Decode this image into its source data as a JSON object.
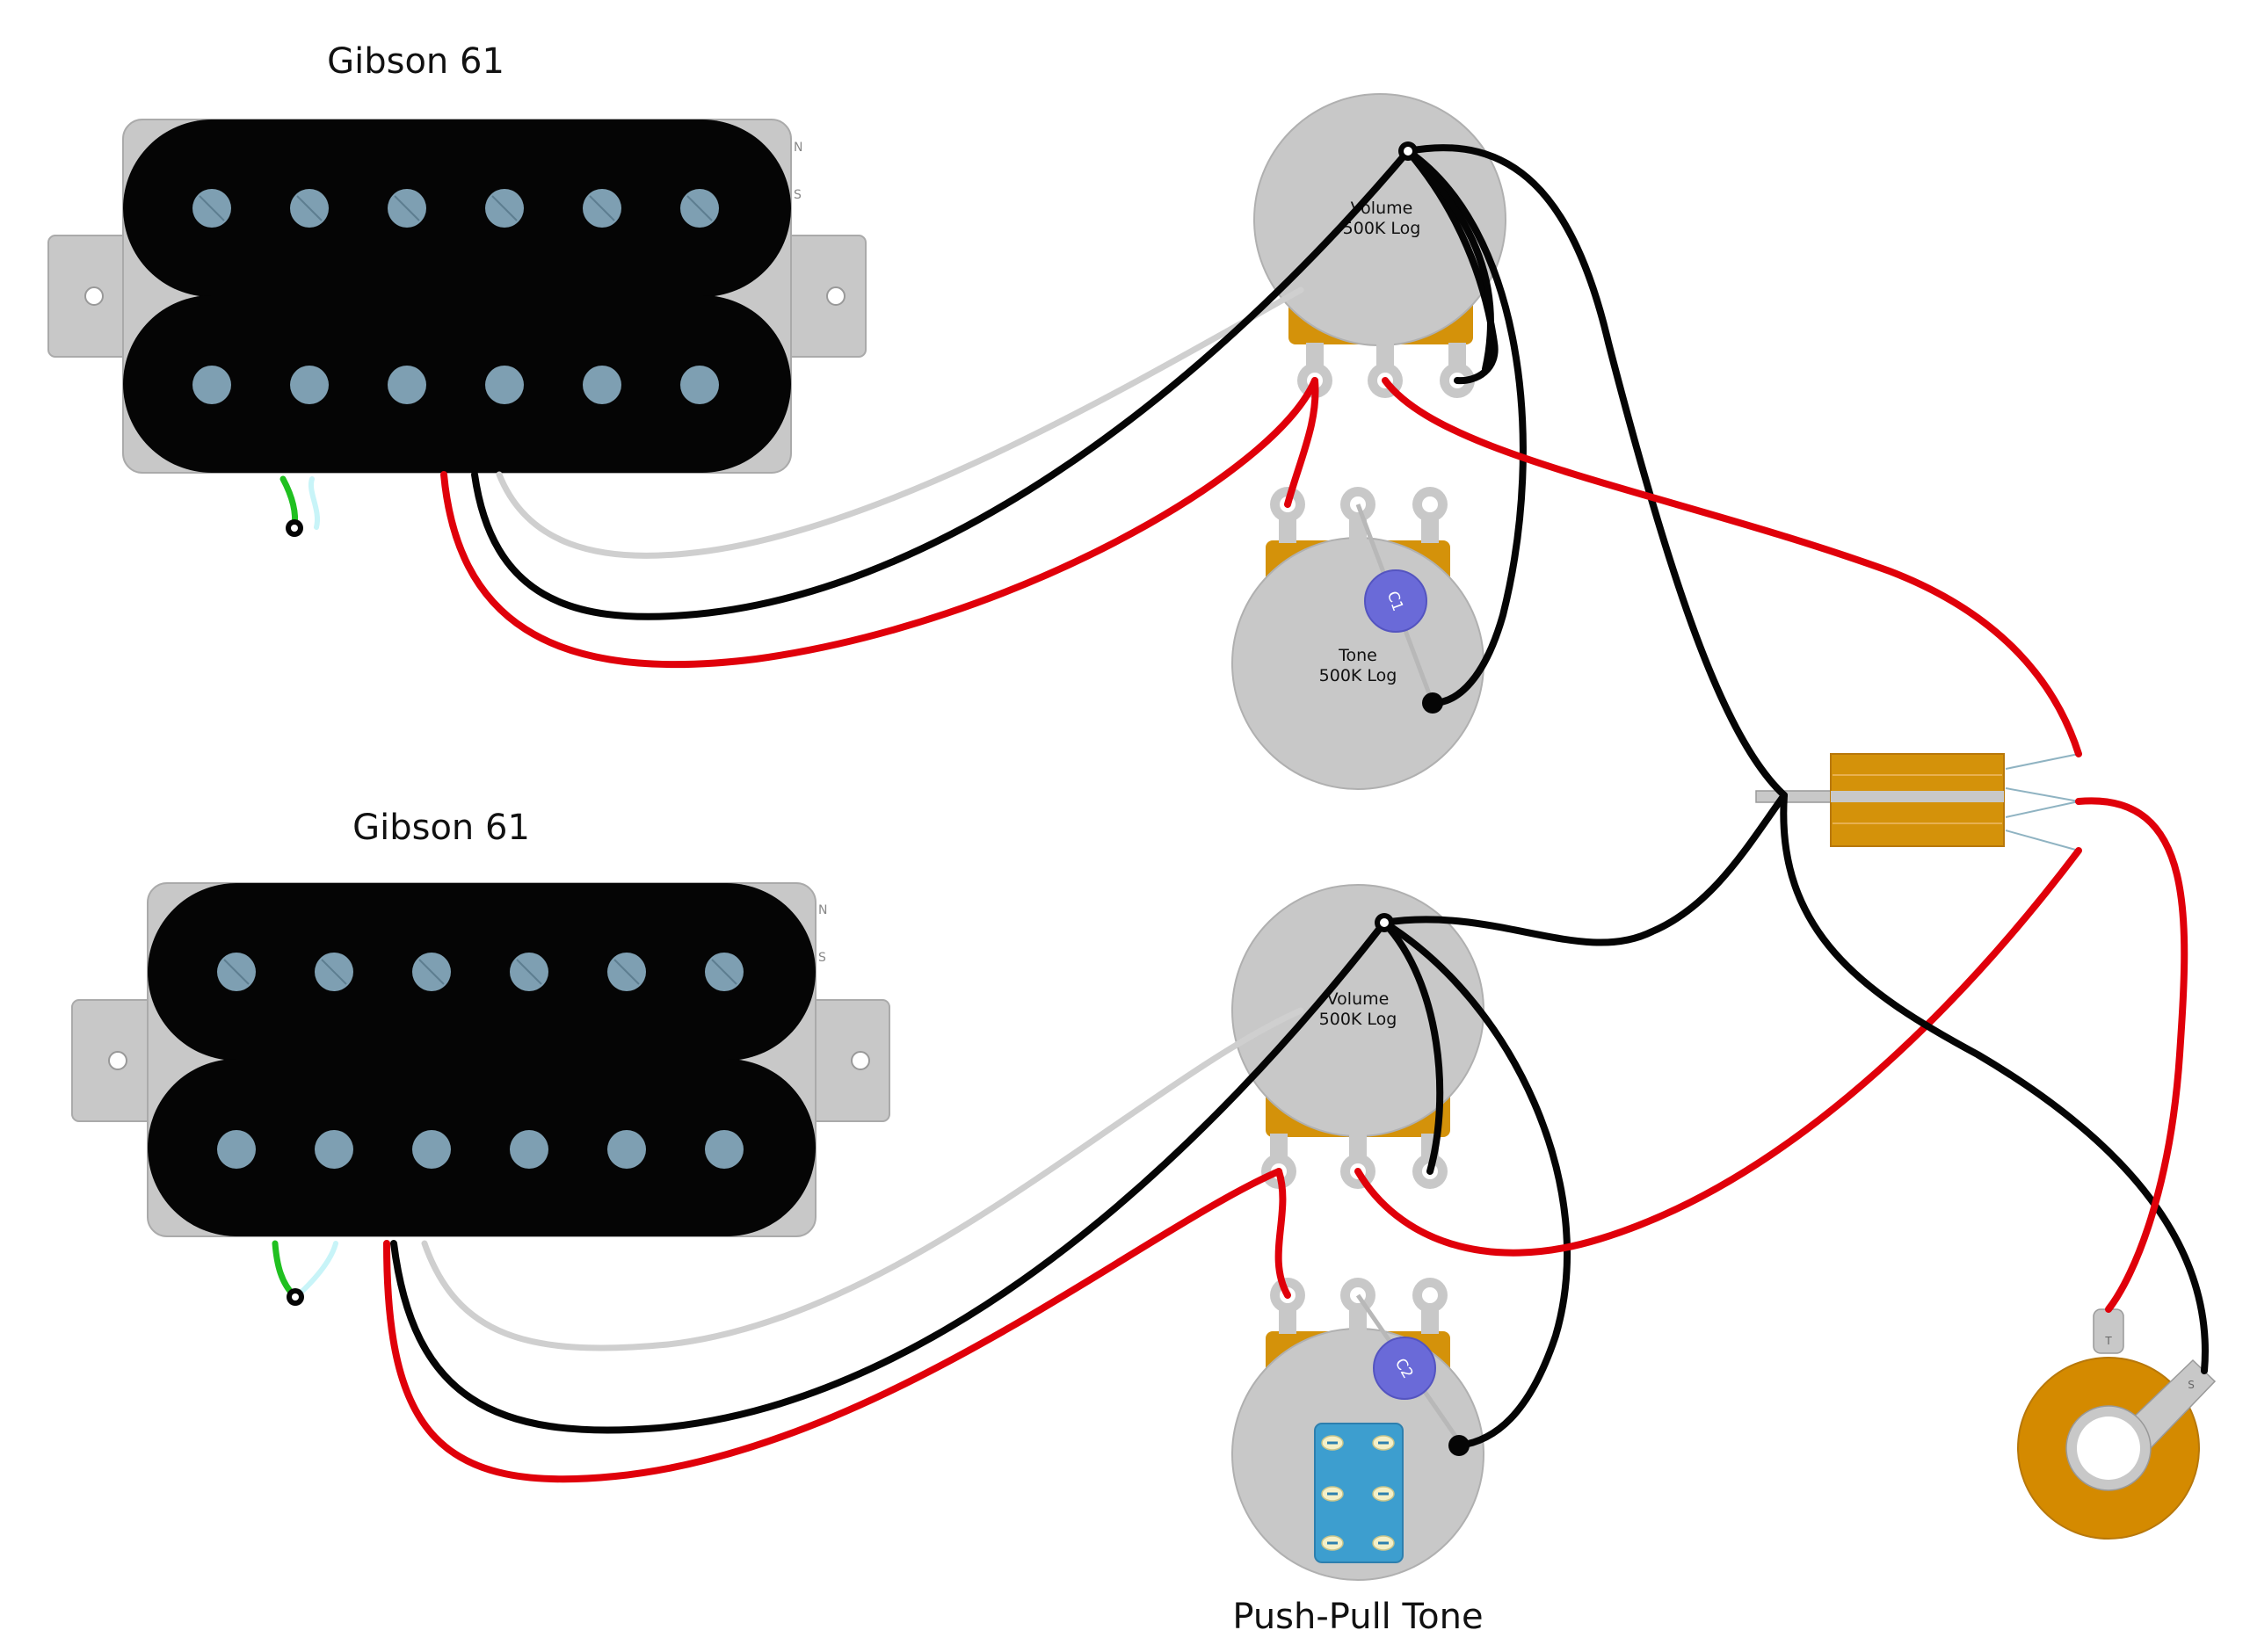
{
  "pickups": [
    {
      "name": "Gibson 61",
      "north_label": "N",
      "south_label": "S"
    },
    {
      "name": "Gibson 61",
      "north_label": "N",
      "south_label": "S"
    }
  ],
  "pots": {
    "neck_volume": {
      "line1": "Volume",
      "line2": "500K Log"
    },
    "neck_tone": {
      "line1": "Tone",
      "line2": "500K Log"
    },
    "bridge_volume": {
      "line1": "Volume",
      "line2": "500K Log"
    },
    "bridge_tone": {
      "caption": "Push-Pull Tone"
    }
  },
  "capacitors": {
    "c1": "C1",
    "c2": "C2"
  },
  "jack": {
    "tip": "T",
    "sleeve": "S"
  },
  "colors": {
    "hot_wire": "#e0000a",
    "ground_wire": "#050505",
    "coil_wire": "#cfcfcf",
    "bare_wire": "#20c020",
    "shield_wire": "#c8f4f8",
    "pot_body": "#c8c8c8",
    "pot_bracket": "#d4920a",
    "cap": "#6a6ad8",
    "switch": "#3d9ecf",
    "pole_piece": "#7e9fb2",
    "jack_ring": "#d48a00"
  }
}
